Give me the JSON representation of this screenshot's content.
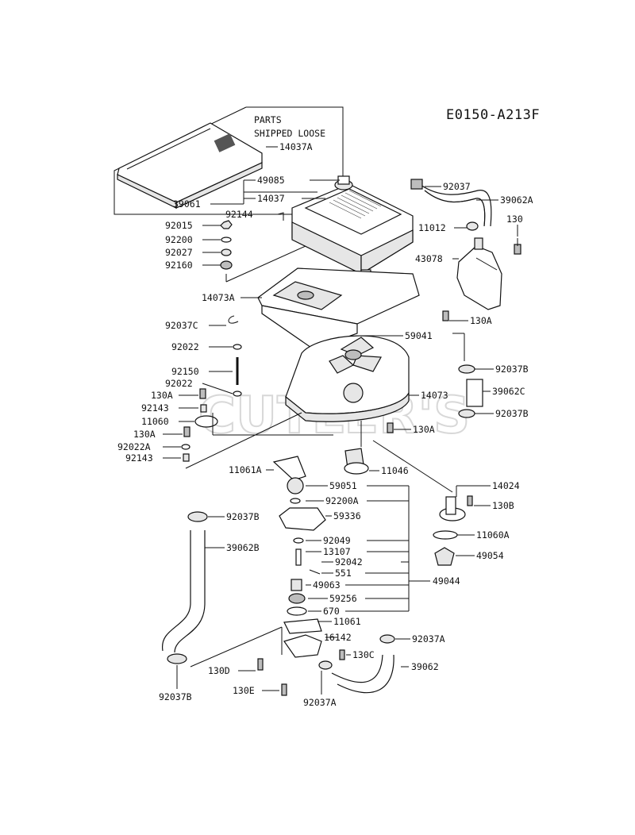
{
  "diagram_code": "E0150-A213F",
  "note_lines": [
    "PARTS",
    "SHIPPED LOOSE"
  ],
  "watermark": "CUTLER'S",
  "labels": [
    {
      "id": "14037A",
      "text": "14037A"
    },
    {
      "id": "49085",
      "text": "49085"
    },
    {
      "id": "39061",
      "text": "39061"
    },
    {
      "id": "14037",
      "text": "14037"
    },
    {
      "id": "92144",
      "text": "92144"
    },
    {
      "id": "92037-top",
      "text": "92037"
    },
    {
      "id": "39062A",
      "text": "39062A"
    },
    {
      "id": "130-top",
      "text": "130"
    },
    {
      "id": "11012",
      "text": "11012"
    },
    {
      "id": "43078",
      "text": "43078"
    },
    {
      "id": "92015",
      "text": "92015"
    },
    {
      "id": "92200",
      "text": "92200"
    },
    {
      "id": "92027",
      "text": "92027"
    },
    {
      "id": "92160",
      "text": "92160"
    },
    {
      "id": "14073A",
      "text": "14073A"
    },
    {
      "id": "130A-r1",
      "text": "130A"
    },
    {
      "id": "92037C",
      "text": "92037C"
    },
    {
      "id": "59041",
      "text": "59041"
    },
    {
      "id": "92022-1",
      "text": "92022"
    },
    {
      "id": "92037B-r1",
      "text": "92037B"
    },
    {
      "id": "92150",
      "text": "92150"
    },
    {
      "id": "92022-2",
      "text": "92022"
    },
    {
      "id": "14073",
      "text": "14073"
    },
    {
      "id": "39062C",
      "text": "39062C"
    },
    {
      "id": "130A-l1",
      "text": "130A"
    },
    {
      "id": "92143-1",
      "text": "92143"
    },
    {
      "id": "92037B-r2",
      "text": "92037B"
    },
    {
      "id": "11060",
      "text": "11060"
    },
    {
      "id": "130A-l2",
      "text": "130A"
    },
    {
      "id": "130A-c",
      "text": "130A"
    },
    {
      "id": "92022A",
      "text": "92022A"
    },
    {
      "id": "92143-2",
      "text": "92143"
    },
    {
      "id": "11061A",
      "text": "11061A"
    },
    {
      "id": "11046",
      "text": "11046"
    },
    {
      "id": "59051",
      "text": "59051"
    },
    {
      "id": "14024",
      "text": "14024"
    },
    {
      "id": "92200A",
      "text": "92200A"
    },
    {
      "id": "130B",
      "text": "130B"
    },
    {
      "id": "92037B-l",
      "text": "92037B"
    },
    {
      "id": "59336",
      "text": "59336"
    },
    {
      "id": "11060A",
      "text": "11060A"
    },
    {
      "id": "39062B",
      "text": "39062B"
    },
    {
      "id": "92049",
      "text": "92049"
    },
    {
      "id": "49054",
      "text": "49054"
    },
    {
      "id": "13107",
      "text": "13107"
    },
    {
      "id": "92042",
      "text": "92042"
    },
    {
      "id": "551",
      "text": "551"
    },
    {
      "id": "49063",
      "text": "49063"
    },
    {
      "id": "49044",
      "text": "49044"
    },
    {
      "id": "59256",
      "text": "59256"
    },
    {
      "id": "670",
      "text": "670"
    },
    {
      "id": "11061",
      "text": "11061"
    },
    {
      "id": "16142",
      "text": "16142"
    },
    {
      "id": "92037A-r",
      "text": "92037A"
    },
    {
      "id": "130C",
      "text": "130C"
    },
    {
      "id": "39062",
      "text": "39062"
    },
    {
      "id": "130D",
      "text": "130D"
    },
    {
      "id": "130E",
      "text": "130E"
    },
    {
      "id": "92037B-b",
      "text": "92037B"
    },
    {
      "id": "92037A-b",
      "text": "92037A"
    }
  ]
}
